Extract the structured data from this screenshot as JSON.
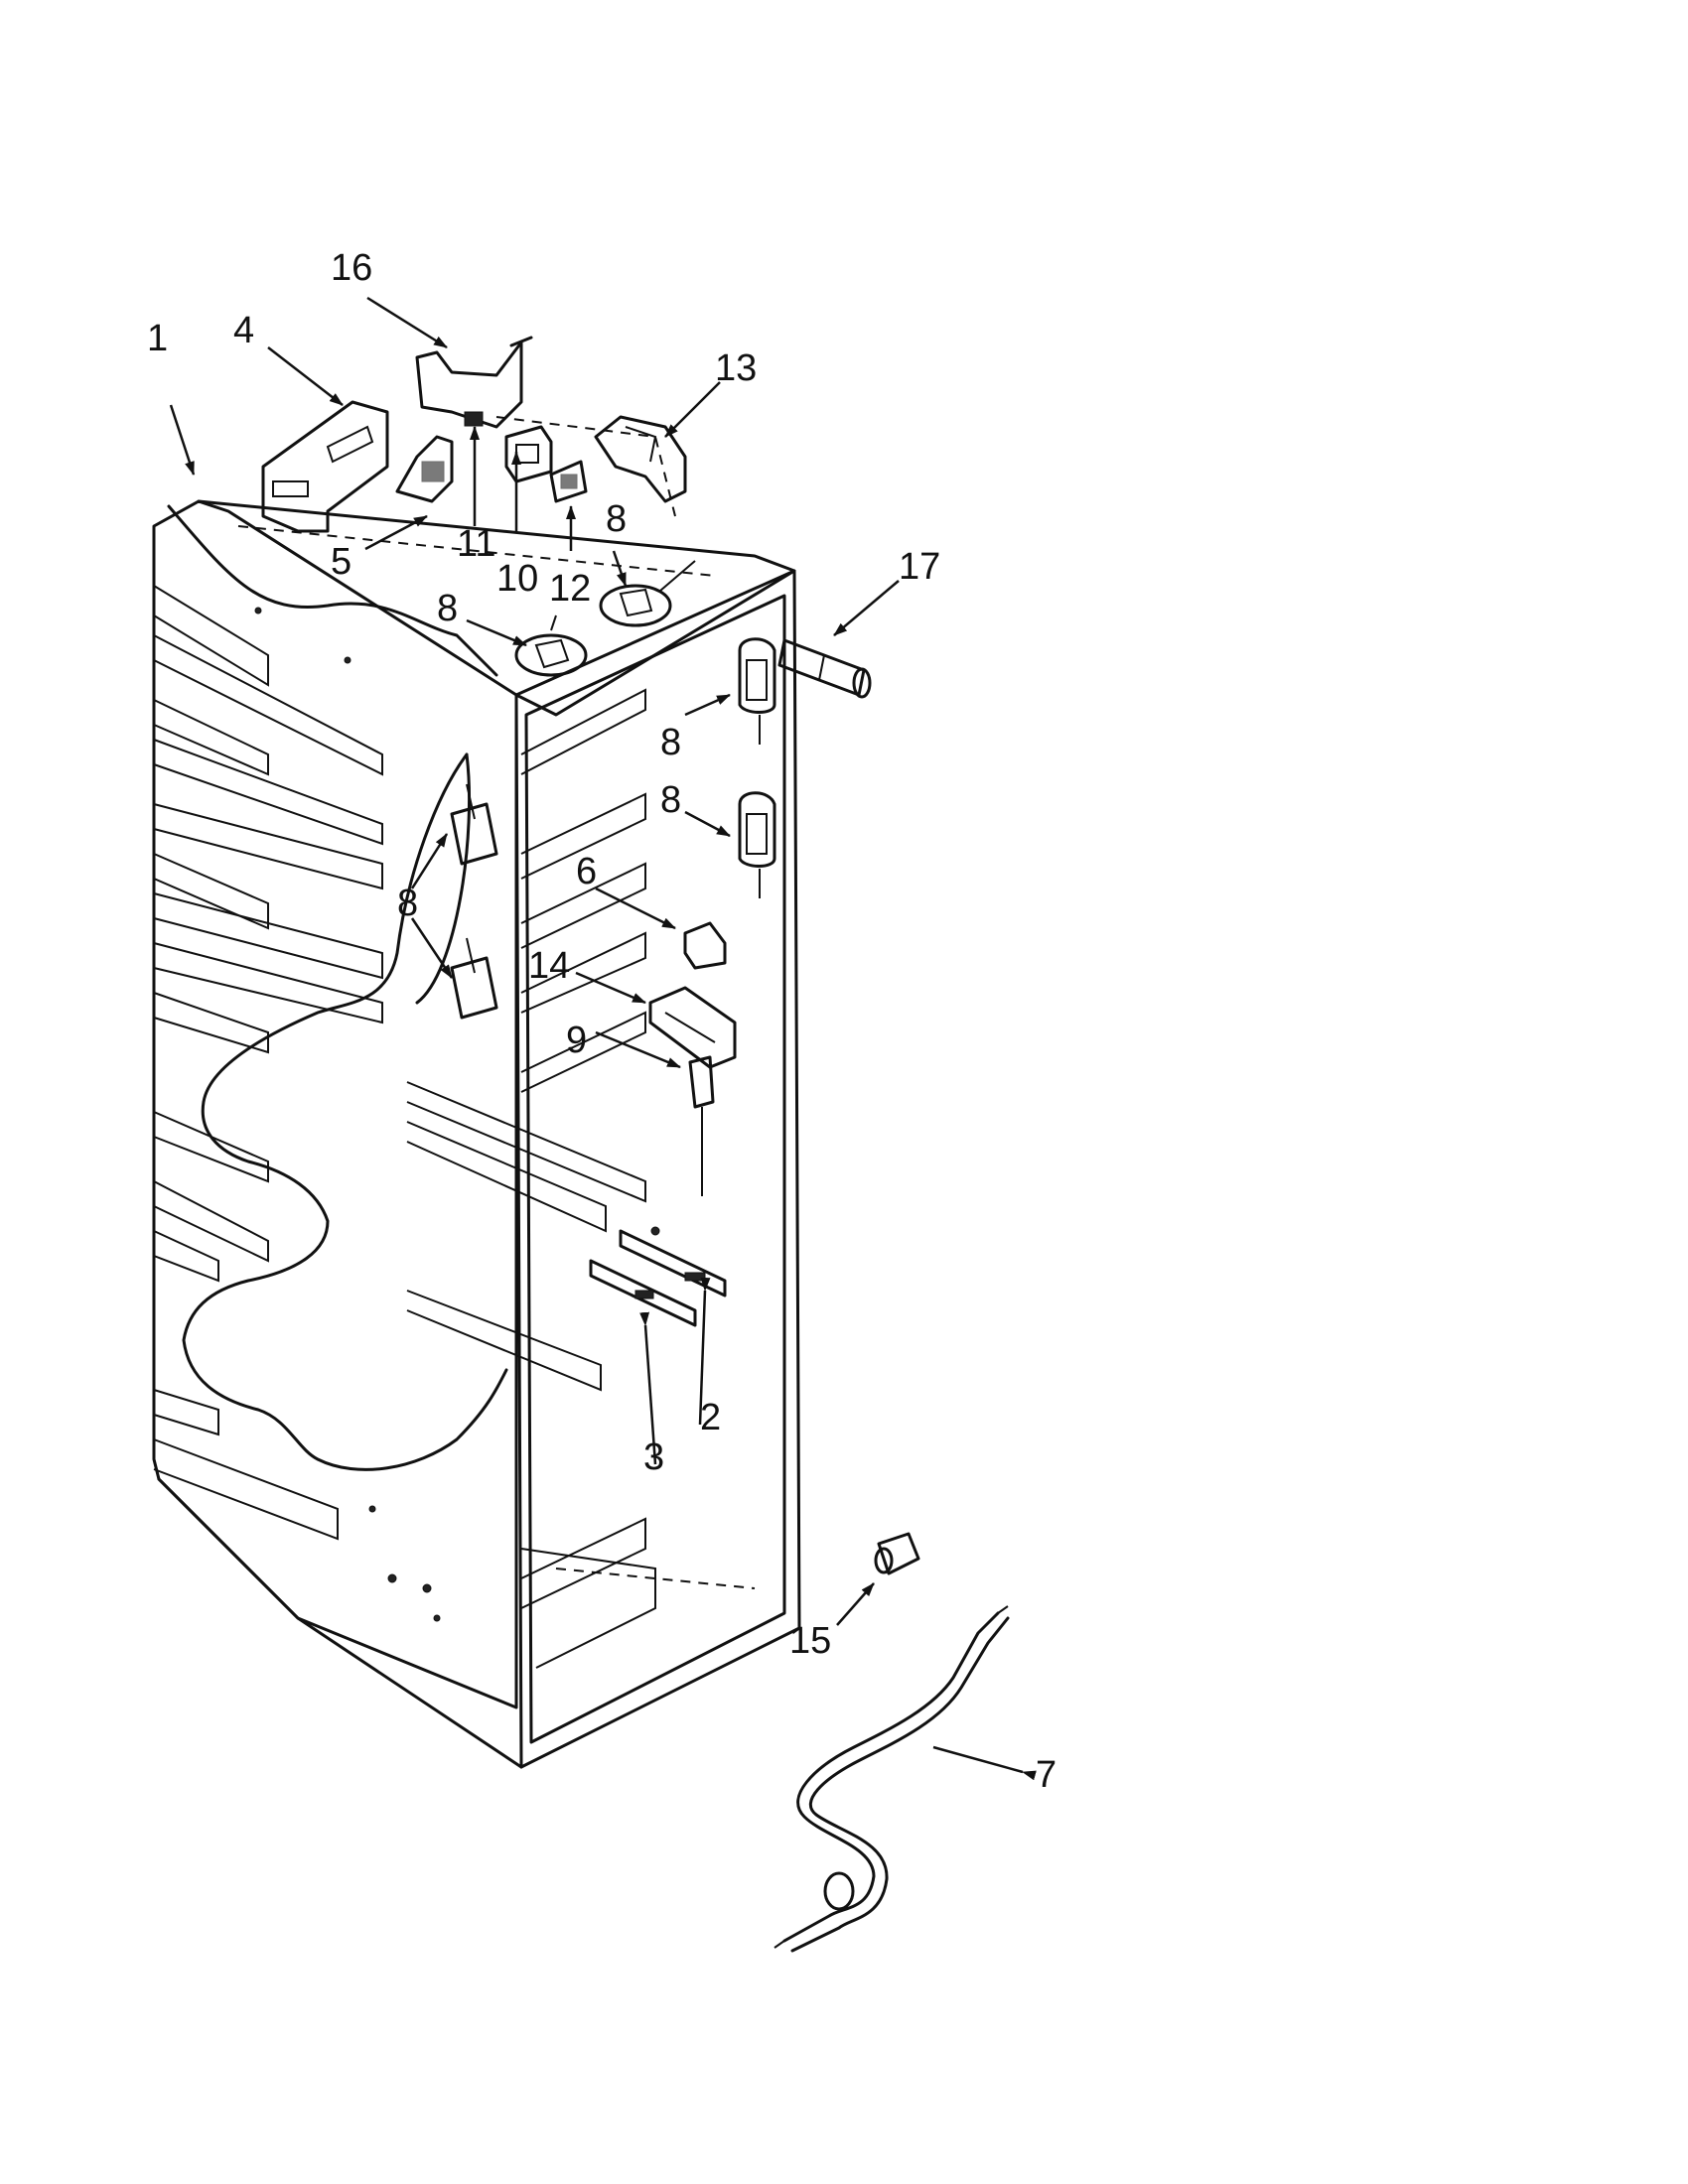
{
  "diagram": {
    "callouts": [
      {
        "id": "c1",
        "label": "1"
      },
      {
        "id": "c2",
        "label": "2"
      },
      {
        "id": "c3",
        "label": "3"
      },
      {
        "id": "c4",
        "label": "4"
      },
      {
        "id": "c5",
        "label": "5"
      },
      {
        "id": "c6",
        "label": "6"
      },
      {
        "id": "c7",
        "label": "7"
      },
      {
        "id": "c8a",
        "label": "8"
      },
      {
        "id": "c8b",
        "label": "8"
      },
      {
        "id": "c8c",
        "label": "8"
      },
      {
        "id": "c8d",
        "label": "8"
      },
      {
        "id": "c8e",
        "label": "8"
      },
      {
        "id": "c9",
        "label": "9"
      },
      {
        "id": "c10",
        "label": "10"
      },
      {
        "id": "c11",
        "label": "11"
      },
      {
        "id": "c12",
        "label": "12"
      },
      {
        "id": "c13",
        "label": "13"
      },
      {
        "id": "c14",
        "label": "14"
      },
      {
        "id": "c15",
        "label": "15"
      },
      {
        "id": "c16",
        "label": "16"
      },
      {
        "id": "c17",
        "label": "17"
      }
    ]
  }
}
